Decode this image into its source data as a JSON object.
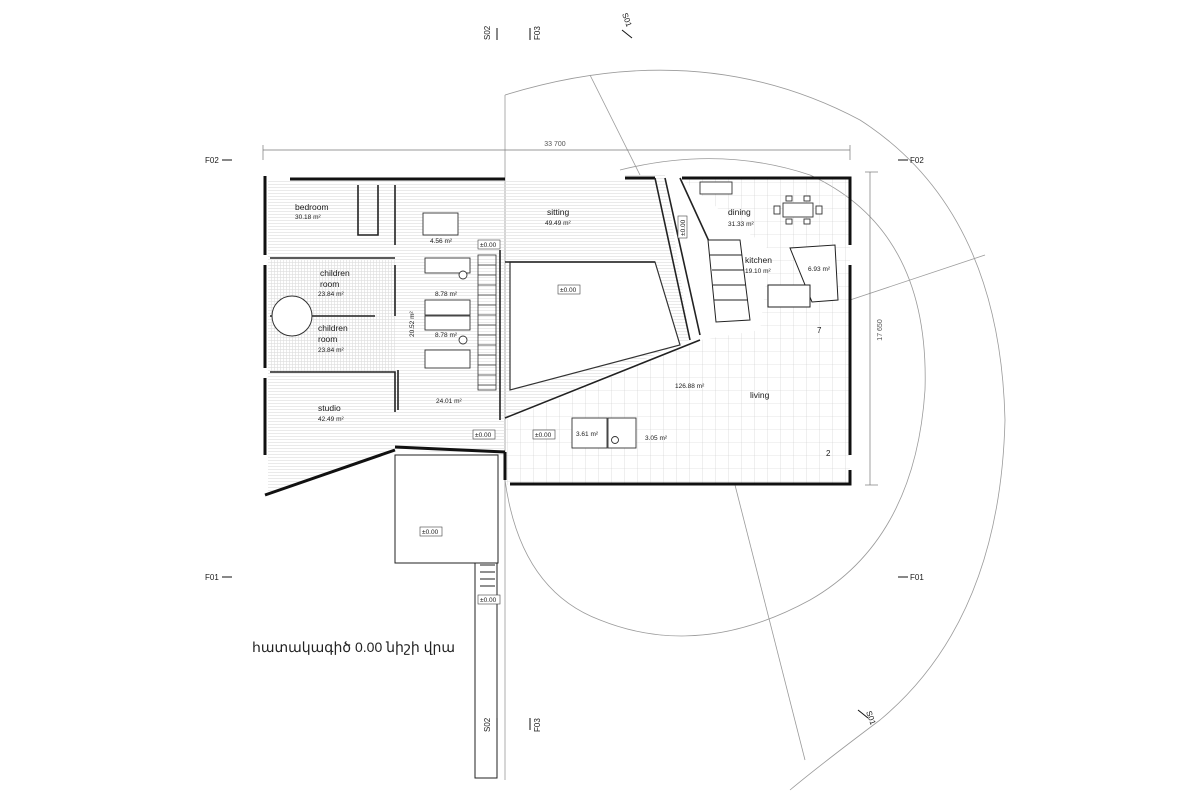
{
  "caption": "հատակագիծ 0.00 նիշի վրա",
  "dimensions": {
    "width": "33 700",
    "depth": "17 650"
  },
  "section_markers": {
    "s02_top": "S02",
    "f03_top": "F03",
    "s01_top": "S01",
    "s02_bottom": "S02",
    "f03_bottom": "F03",
    "s01_bottom": "S01",
    "f02_left": "F02",
    "f02_right": "F02",
    "f01_left": "F01",
    "f01_right": "F01"
  },
  "rooms": {
    "bedroom": {
      "name": "bedroom",
      "area": "30.18 m²"
    },
    "children1": {
      "name1": "children",
      "name2": "room",
      "area": "23.84 m²"
    },
    "children2": {
      "name1": "children",
      "name2": "room",
      "area": "23.84 m²"
    },
    "studio": {
      "name": "studio",
      "area": "42.49 m²"
    },
    "sitting": {
      "name": "sitting",
      "area": "49.49 m²"
    },
    "dining": {
      "name": "dining",
      "area": "31.33 m²"
    },
    "kitchen": {
      "name": "kitchen",
      "area": "19.10 m²"
    },
    "pantry": {
      "area": "6.93 m²"
    },
    "living": {
      "name": "living",
      "area": "126.88 m²"
    },
    "bath_small": {
      "area": "4.56 m²"
    },
    "bath_a": {
      "area": "8.78 m²"
    },
    "bath_b": {
      "area": "8.78 m²"
    },
    "corridor_a": {
      "area": "20.52 m²"
    },
    "corridor_b": {
      "area": "24.01 m²"
    },
    "wc_a": {
      "area": "3.61 m²"
    },
    "wc_b": {
      "area": "3.05 m²"
    }
  },
  "levels": {
    "hall": "±0.00",
    "courtyard": "±0.00",
    "stair_top": "±0.00",
    "entry_a": "±0.00",
    "entry_b": "±0.00",
    "porch": "±0.00",
    "path": "±0.00"
  },
  "stair_labels": {
    "kitchen": "7",
    "living": "2"
  }
}
